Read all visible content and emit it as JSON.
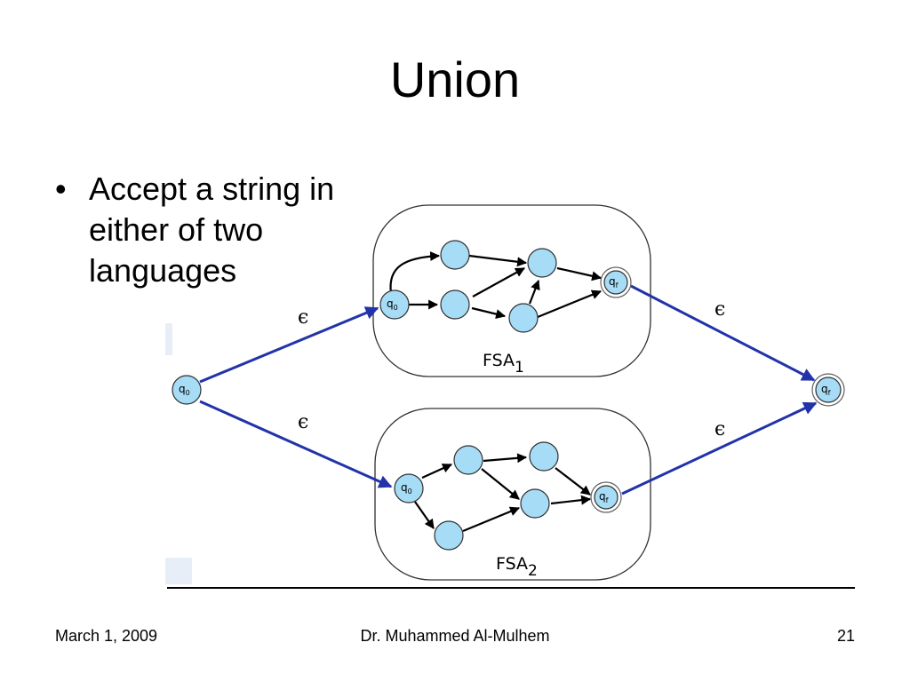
{
  "slide": {
    "title": "Union",
    "bullets": [
      "Accept a string in either of two languages"
    ],
    "bullet_symbol": "•"
  },
  "diagram": {
    "start_state": {
      "label": "q",
      "sub": "0"
    },
    "final_state": {
      "label": "q",
      "sub": "f"
    },
    "epsilon": "ϵ",
    "machines": [
      {
        "name": "FSA",
        "sub": "1",
        "start": {
          "label": "q",
          "sub": "0"
        },
        "final": {
          "label": "q",
          "sub": "f"
        }
      },
      {
        "name": "FSA",
        "sub": "2",
        "start": {
          "label": "q",
          "sub": "0"
        },
        "final": {
          "label": "q",
          "sub": "f"
        }
      }
    ],
    "colors": {
      "state_fill": "#a6dcf6",
      "epsilon_arrow": "#2233aa",
      "internal_arrow": "#000000"
    }
  },
  "footer": {
    "date": "March 1, 2009",
    "author": "Dr. Muhammed Al-Mulhem",
    "page": "21"
  }
}
